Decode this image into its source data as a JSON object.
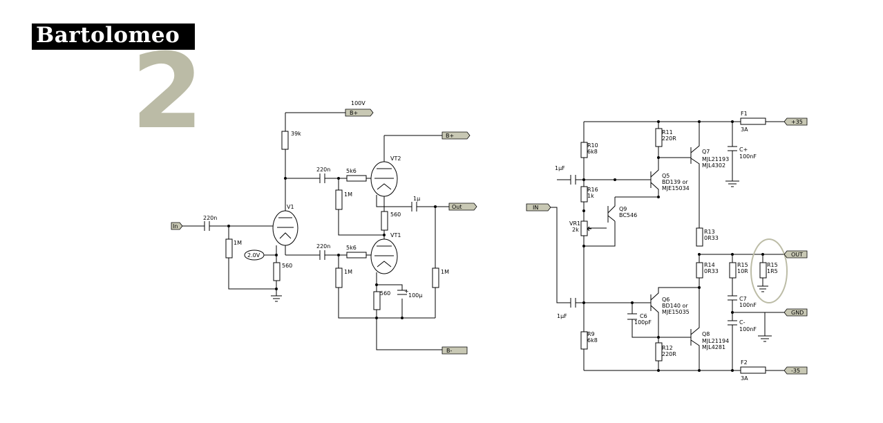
{
  "logo": {
    "text": "Bartolomeo",
    "number": "2"
  },
  "tube_circuit": {
    "supply_label": "100V",
    "flags": {
      "b_plus_1": "B+",
      "b_plus_2": "B+",
      "input": "In",
      "output": "Out",
      "b_minus": "B-"
    },
    "components": {
      "r_39k": "39k",
      "c_in": "220n",
      "r_in": "1M",
      "bias": "2.0V",
      "r_560_v1": "560",
      "tube_v1": "V1",
      "c_vt2": "220n",
      "r_vt2_grid_series": "5k6",
      "r_vt2_grid": "1M",
      "tube_vt2": "VT2",
      "c_out": "1µ",
      "r_560_mid": "560",
      "r_out": "1M",
      "c_vt1": "220n",
      "r_vt1_grid_series": "5k6",
      "r_vt1_grid": "1M",
      "tube_vt1": "VT1",
      "r_560_vt1": "560",
      "c_100u": "100µ"
    }
  },
  "amp_circuit": {
    "flags": {
      "plus_35": "+35",
      "input": "IN",
      "output": "OUT",
      "gnd": "GND",
      "minus_35": "-35"
    },
    "components": {
      "f1": "F1",
      "f1_val": "3A",
      "f2": "F2",
      "f2_val": "3A",
      "c_in_top": "1µF",
      "c_in_bot": "1µF",
      "r10": "R10",
      "r10_val": "6k8",
      "r16": "R16",
      "r16_val": "1k",
      "vr1": "VR1",
      "vr1_val": "2k",
      "r9": "R9",
      "r9_val": "6k8",
      "q9": "Q9",
      "q9_val": "BC546",
      "r11": "R11",
      "r11_val": "220R",
      "r12": "R12",
      "r12_val": "220R",
      "q5": "Q5",
      "q5_val1": "BD139 or",
      "q5_val2": "MJE15034",
      "q6": "Q6",
      "q6_val1": "BD140 or",
      "q6_val2": "MJE15035",
      "q7": "Q7",
      "q7_val1": "MJL21193",
      "q7_val2": "MJL4302",
      "q8": "Q8",
      "q8_val1": "MJL21194",
      "q8_val2": "MJL4281",
      "c6": "C6",
      "c6_val": "100pF",
      "r13": "R13",
      "r13_val": "0R33",
      "r14": "R14",
      "r14_val": "0R33",
      "r15a": "R15",
      "r15a_val": "10R",
      "r15b": "R15",
      "r15b_val": "1R5",
      "c_plus": "C+",
      "c_plus_val": "100nF",
      "c7": "C7",
      "c7_val": "100nF",
      "c_minus": "C-",
      "c_minus_val": "100nF"
    }
  },
  "colors": {
    "logo_bg": "#000000",
    "number": "#bbbba6",
    "flag": "#c8c8b4",
    "highlight": "#bcbca6"
  }
}
